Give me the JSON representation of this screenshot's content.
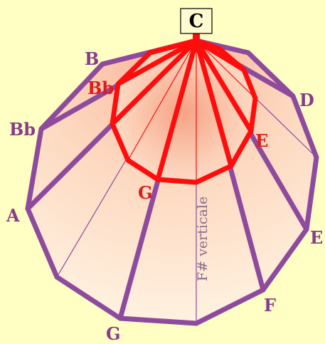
{
  "apex_label": "C",
  "vertical_label": "F# verticale",
  "outer_labels": [
    "B",
    "Bb",
    "A",
    "G",
    "F",
    "E",
    "D"
  ],
  "inner_labels": [
    "Bb",
    "G",
    "E"
  ],
  "colors": {
    "background": "#ffffc4",
    "outer_outline": "#8e4a9d",
    "inner_outline": "#ff0d0d",
    "fill_light": "#fff1df",
    "fill_dark": "#f7a98a"
  }
}
